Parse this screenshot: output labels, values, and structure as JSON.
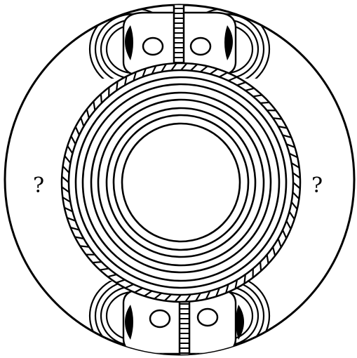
{
  "diagram": {
    "labels": {
      "left_mark": "?",
      "right_mark": "?"
    },
    "colors": {
      "ink": "#000000",
      "paper": "#ffffff"
    },
    "parts": {
      "outer_disc": "outer-circle",
      "rope_band": "hatched-ring",
      "concentric_rings": 7,
      "motif_panels": 2
    }
  }
}
